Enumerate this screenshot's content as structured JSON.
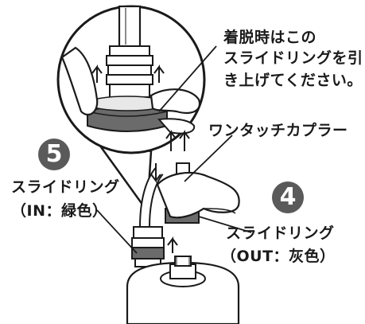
{
  "note": {
    "line1": "着脱時はこの",
    "line2": "スライドリングを引",
    "line3": "き上げてください。"
  },
  "coupler_label": "ワンタッチカプラー",
  "step5": {
    "number": "5",
    "label_line1": "スライドリング",
    "label_line2": "（IN：緑色）"
  },
  "step4": {
    "number": "4",
    "label_line1": "スライドリング",
    "label_line2": "（OUT：灰色）"
  },
  "colors": {
    "badge": "#5a5a5a",
    "line": "#1a1a1a",
    "ring_fill": "#6b6b6b",
    "light_fill": "#f2f2f2"
  }
}
